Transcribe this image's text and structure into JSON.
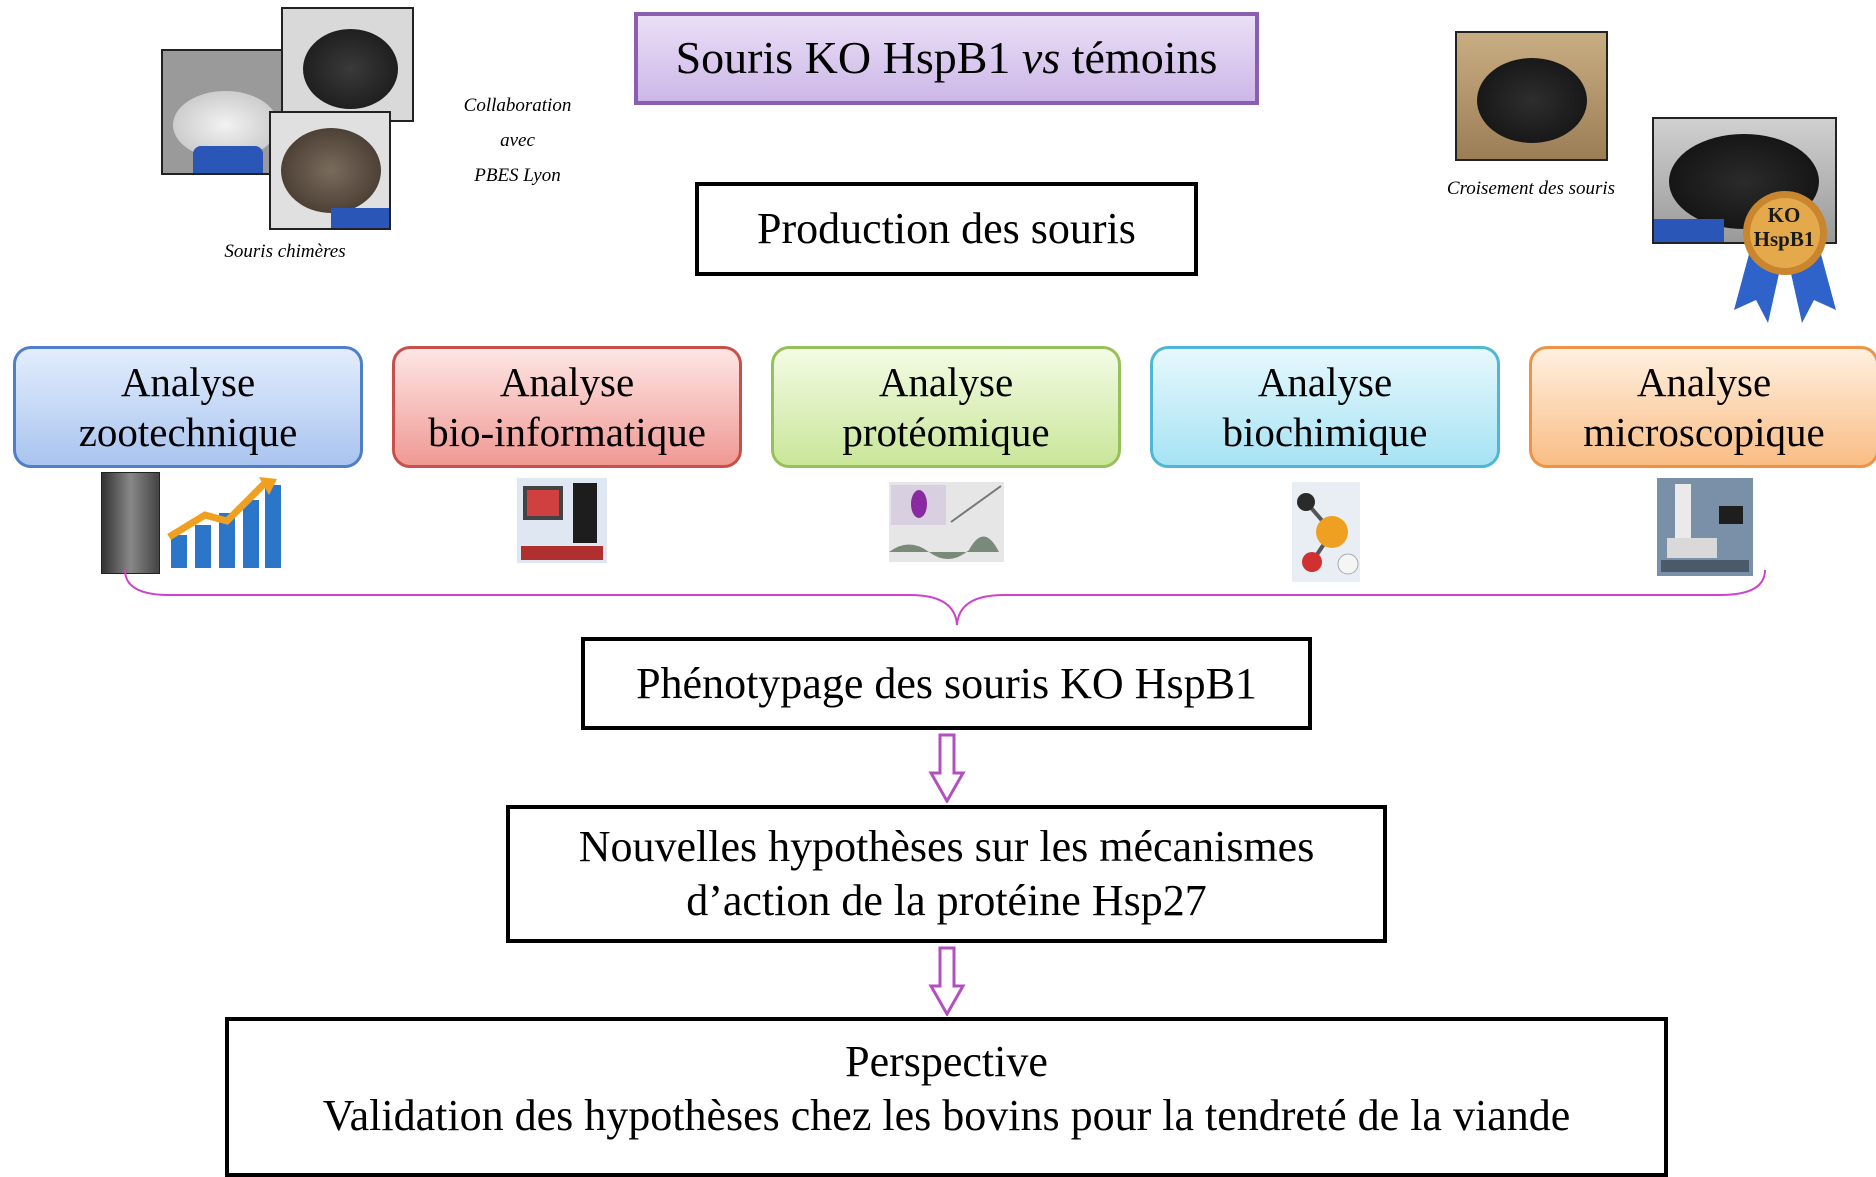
{
  "title": {
    "prefix": "Souris KO HspB1 ",
    "italic": "vs",
    "suffix": " témoins"
  },
  "collaboration": {
    "line1": "Collaboration",
    "line2": "avec",
    "line3": "PBES Lyon"
  },
  "captions": {
    "chimeric": "Souris chimères",
    "crossing": "Croisement des souris"
  },
  "badge": {
    "line1": "KO",
    "line2": "HspB1"
  },
  "production": "Production des souris",
  "analyses": [
    {
      "line1": "Analyse",
      "line2": "zootechnique",
      "color": "#4f7fc8"
    },
    {
      "line1": "Analyse",
      "line2": "bio-informatique",
      "color": "#c9504a"
    },
    {
      "line1": "Analyse",
      "line2": "protéomique",
      "color": "#98c05a"
    },
    {
      "line1": "Analyse",
      "line2": "biochimique",
      "color": "#4fb7d6"
    },
    {
      "line1": "Analyse",
      "line2": "microscopique",
      "color": "#ee9346"
    }
  ],
  "phenotyping": "Phénotypage des souris KO HspB1",
  "hypotheses": {
    "line1": "Nouvelles hypothèses sur les mécanismes",
    "line2": "d’action de la protéine Hsp27"
  },
  "perspective": {
    "line1": "Perspective",
    "line2": "Validation des hypothèses chez les bovins pour la tendreté de la viande"
  },
  "accent_colors": {
    "title_border": "#8b5fb0",
    "brace": "#cc44cc",
    "arrow": "#b34fc0"
  }
}
